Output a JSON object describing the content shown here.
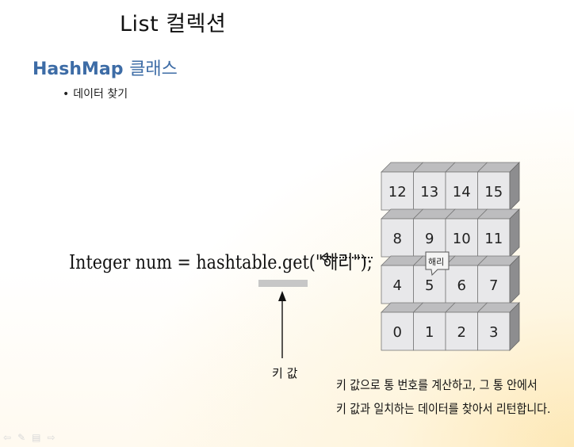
{
  "slide": {
    "title": "List 컬렉션",
    "section_title": "HashMap",
    "section_title_korean": "클래스",
    "bullet": "데이터 찾기"
  },
  "diagram": {
    "code": "Integer num = hashtable.get(\"해리\");",
    "key_label": "키 값",
    "bucket_rows": [
      [
        "12",
        "13",
        "14",
        "15"
      ],
      [
        "8",
        "9",
        "10",
        "11"
      ],
      [
        "4",
        "5",
        "6",
        "7"
      ],
      [
        "0",
        "1",
        "2",
        "3"
      ]
    ],
    "note_card": "해리",
    "caption_lines": [
      "키 값으로 통 번호를 계산하고, 그 통 안에서",
      "키 값과 일치하는 데이터를 찾아서 리턴합니다."
    ]
  },
  "colors": {
    "heading": "#3d6ca6",
    "box_front": "#e8e8ea",
    "box_top": "#bdbdbf",
    "box_side": "#8d8d8f"
  },
  "nav_icons": [
    "arrow-left-icon",
    "pen-icon",
    "slides-icon",
    "arrow-right-icon"
  ]
}
